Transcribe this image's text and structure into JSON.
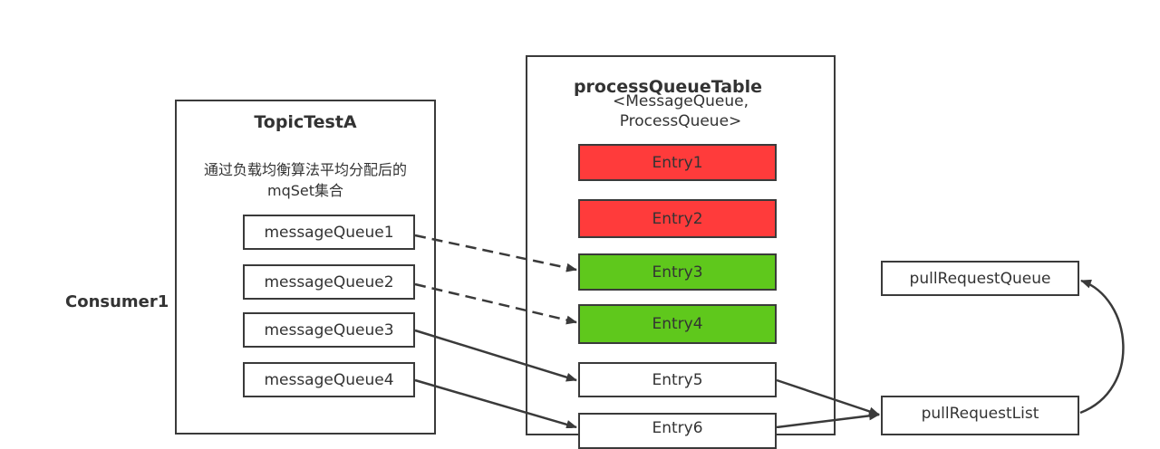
{
  "consumer_label": "Consumer1",
  "topic": {
    "title": "TopicTestA",
    "desc_line1": "通过负载均衡算法平均分配后的",
    "desc_line2": "mqSet集合",
    "queues": [
      "messageQueue1",
      "messageQueue2",
      "messageQueue3",
      "messageQueue4"
    ]
  },
  "table": {
    "title": "processQueueTable",
    "subtitle_line1": "<MessageQueue,",
    "subtitle_line2": "ProcessQueue>",
    "entries": [
      {
        "label": "Entry1",
        "color": "#ff3b3b"
      },
      {
        "label": "Entry2",
        "color": "#ff3b3b"
      },
      {
        "label": "Entry3",
        "color": "#5fc81c"
      },
      {
        "label": "Entry4",
        "color": "#5fc81c"
      },
      {
        "label": "Entry5",
        "color": "#ffffff"
      },
      {
        "label": "Entry6",
        "color": "#ffffff"
      }
    ]
  },
  "pull_request_queue": "pullRequestQueue",
  "pull_request_list": "pullRequestList",
  "colors": {
    "stroke": "#3a3a3a",
    "entry_red": "#ff3b3b",
    "entry_green": "#5fc81c"
  }
}
